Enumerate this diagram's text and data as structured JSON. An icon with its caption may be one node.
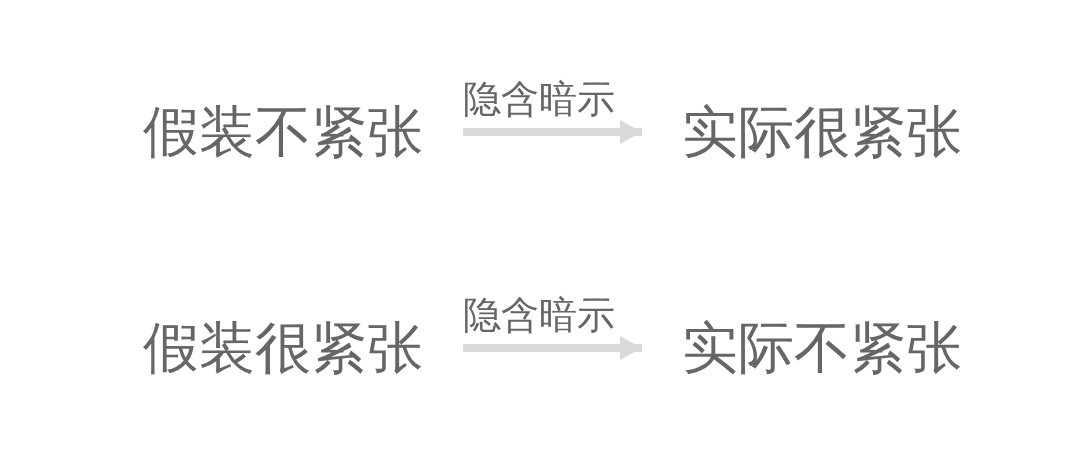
{
  "diagram": {
    "nodes": [
      {
        "text": [
          "假装不紧张"
        ]
      },
      {
        "text": [
          "实际很紧张"
        ]
      },
      {
        "text": [
          "假装很紧张"
        ]
      },
      {
        "text": [
          "实际不紧张"
        ]
      }
    ],
    "edges": [
      {
        "from": 0,
        "to": 1,
        "arrow": "to",
        "label": "隐含暗示"
      },
      {
        "from": 2,
        "to": 3,
        "arrow": "to",
        "label": "隐含暗示"
      }
    ]
  }
}
